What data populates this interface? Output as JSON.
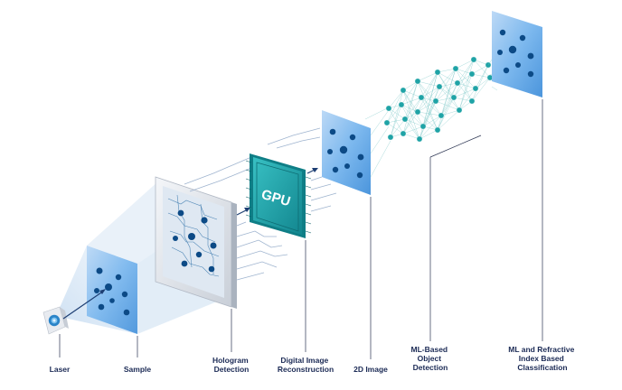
{
  "stages": [
    {
      "id": "laser",
      "lines": [
        "Laser"
      ]
    },
    {
      "id": "sample",
      "lines": [
        "Sample"
      ]
    },
    {
      "id": "hologram",
      "lines": [
        "Hologram",
        "Detection"
      ]
    },
    {
      "id": "reconstruction",
      "lines": [
        "Digital Image",
        "Reconstruction"
      ]
    },
    {
      "id": "image2d",
      "lines": [
        "2D Image"
      ]
    },
    {
      "id": "mlobject",
      "lines": [
        "ML-Based",
        "Object",
        "Detection"
      ]
    },
    {
      "id": "classification",
      "lines": [
        "ML and Refractive",
        "Index Based",
        "Classification"
      ]
    }
  ],
  "gpu_label": "GPU",
  "colors": {
    "label": "#1b2a55",
    "panel": "#5fa6e6",
    "dot": "#0c4a86",
    "node": "#1fa3a6",
    "chip": "#1a9ea6",
    "beam": "#dbe8f5"
  }
}
